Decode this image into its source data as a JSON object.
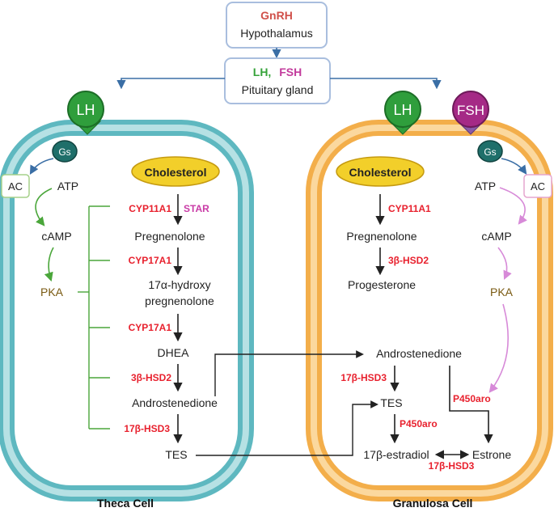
{
  "top": {
    "gnrh": "GnRH",
    "hypothalamus": "Hypothalamus",
    "lh": "LH,",
    "fsh": "FSH",
    "pituitary": "Pituitary gland"
  },
  "theca": {
    "title": "Theca Cell",
    "receptor": "LH",
    "gs": "Gs",
    "ac": "AC",
    "atp": "ATP",
    "camp": "cAMP",
    "pka": "PKA",
    "cholesterol": "Cholesterol",
    "cyp11a1": "CYP11A1",
    "star": "STAR",
    "pregnenolone": "Pregnenolone",
    "cyp17a1_1": "CYP17A1",
    "hydroxy_line1": "17α-hydroxy",
    "hydroxy_line2": "pregnenolone",
    "cyp17a1_2": "CYP17A1",
    "dhea": "DHEA",
    "hsd3b": "3β-HSD2",
    "androstenedione": "Androstenedione",
    "hsd17b": "17β-HSD3",
    "tes": "TES"
  },
  "granulosa": {
    "title": "Granulosa Cell",
    "receptor_lh": "LH",
    "receptor_fsh": "FSH",
    "gs": "Gs",
    "ac": "AC",
    "atp": "ATP",
    "camp": "cAMP",
    "pka": "PKA",
    "cholesterol": "Cholesterol",
    "cyp11a1": "CYP11A1",
    "pregnenolone": "Pregnenolone",
    "hsd3b": "3β-HSD2",
    "progesterone": "Progesterone",
    "androstenedione": "Androstenedione",
    "hsd17b_1": "17β-HSD3",
    "tes": "TES",
    "p450aro_1": "P450aro",
    "p450aro_2": "P450aro",
    "estradiol": "17β-estradiol",
    "estrone": "Estrone",
    "hsd17b_2": "17β-HSD3"
  },
  "colors": {
    "theca_membrane": "#5eb8c0",
    "granulosa_membrane": "#f3ae4a",
    "lh_receptor": "#2f9e3c",
    "fsh_receptor": "#a52a86",
    "gs": "#1f6f6a",
    "enzyme": "#e8212e",
    "cholesterol": "#f2cf2a"
  }
}
